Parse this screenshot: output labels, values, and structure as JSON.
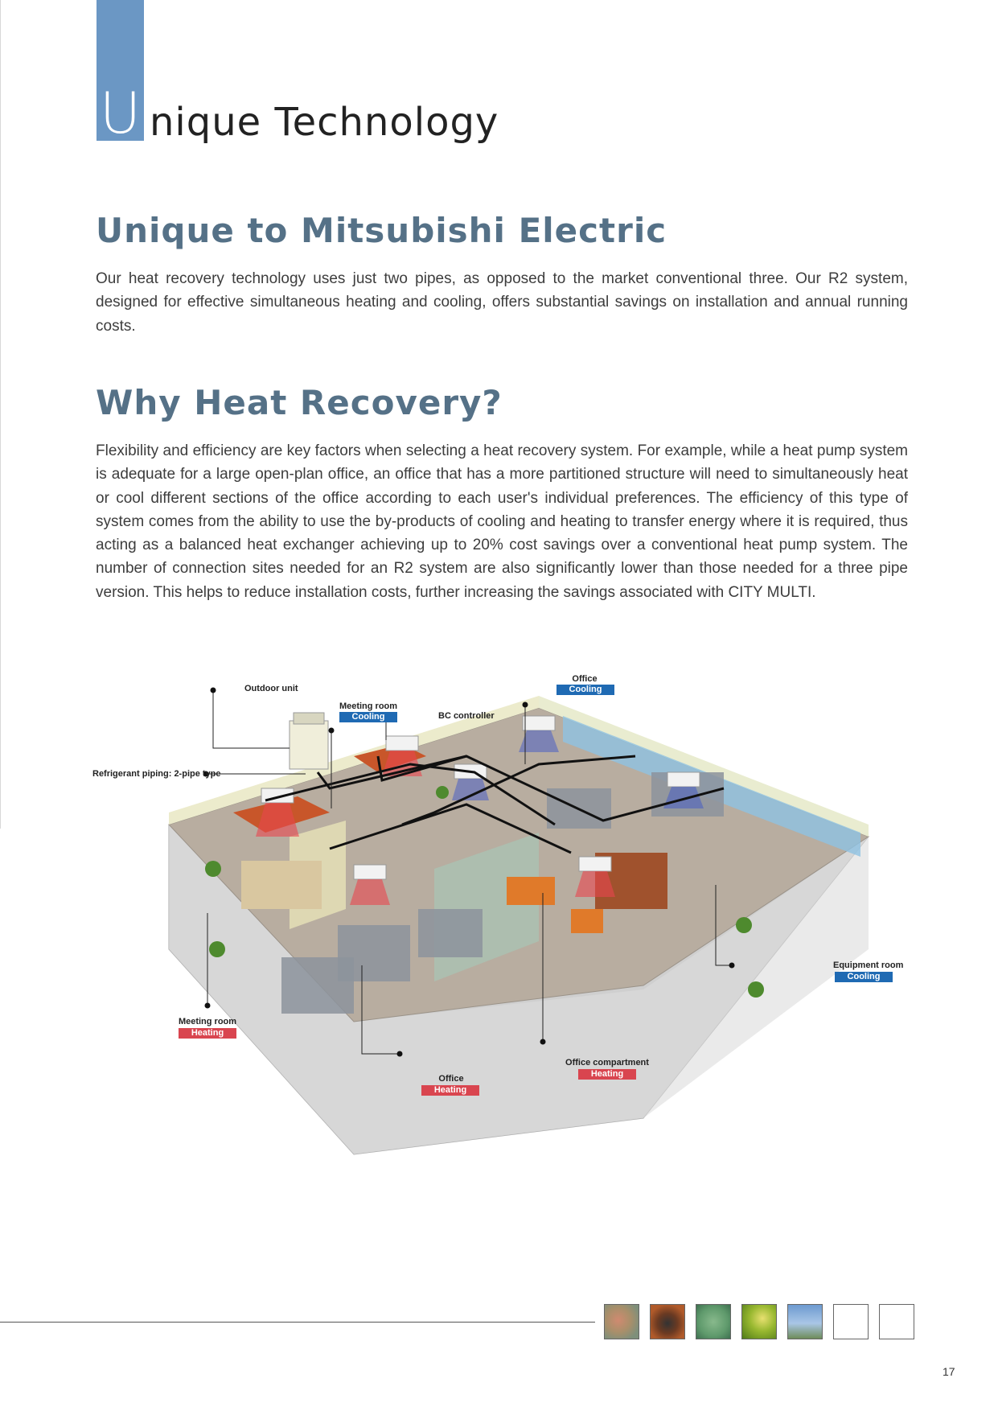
{
  "header": {
    "initial": "U",
    "title_rest": "nique Technology"
  },
  "section1": {
    "heading": "Unique to Mitsubishi Electric",
    "paragraph": "Our heat recovery technology uses just two pipes, as opposed to the market conventional three. Our R2 system, designed for effective simultaneous heating and cooling, offers substantial savings on installation and annual running costs."
  },
  "section2": {
    "heading": "Why Heat Recovery?",
    "paragraph": "Flexibility and efficiency are key factors when selecting a heat recovery system. For example, while a heat pump system is adequate for a large open-plan office, an office that has a more partitioned structure will need to simultaneously heat or cool different sections of the office according to each user's individual preferences. The efficiency of this type of system comes from the ability to use the by-products of cooling and heating to transfer energy where it is required, thus acting as a balanced heat exchanger achieving up to 20% cost savings over a conventional heat pump system. The number of connection sites needed for an R2 system are also significantly lower than those needed for a three pipe version. This helps to reduce installation costs, further increasing the savings associated with CITY MULTI."
  },
  "diagram": {
    "outdoor_unit": "Outdoor unit",
    "refrigerant_piping": "Refrigerant piping: 2-pipe type",
    "bc_controller": "BC controller",
    "meeting_room_top": {
      "name": "Meeting room",
      "mode": "Cooling"
    },
    "office_top": {
      "name": "Office",
      "mode": "Cooling"
    },
    "equipment_room": {
      "name": "Equipment room",
      "mode": "Cooling"
    },
    "meeting_room_bottom": {
      "name": "Meeting room",
      "mode": "Heating"
    },
    "office_bottom": {
      "name": "Office",
      "mode": "Heating"
    },
    "office_compartment": {
      "name": "Office compartment",
      "mode": "Heating"
    },
    "colors": {
      "cooling": "#1f6ab3",
      "heating": "#d9454f"
    }
  },
  "footer": {
    "page_number": "17"
  },
  "colors": {
    "accent": "#6b97c4",
    "heading": "#557187"
  }
}
